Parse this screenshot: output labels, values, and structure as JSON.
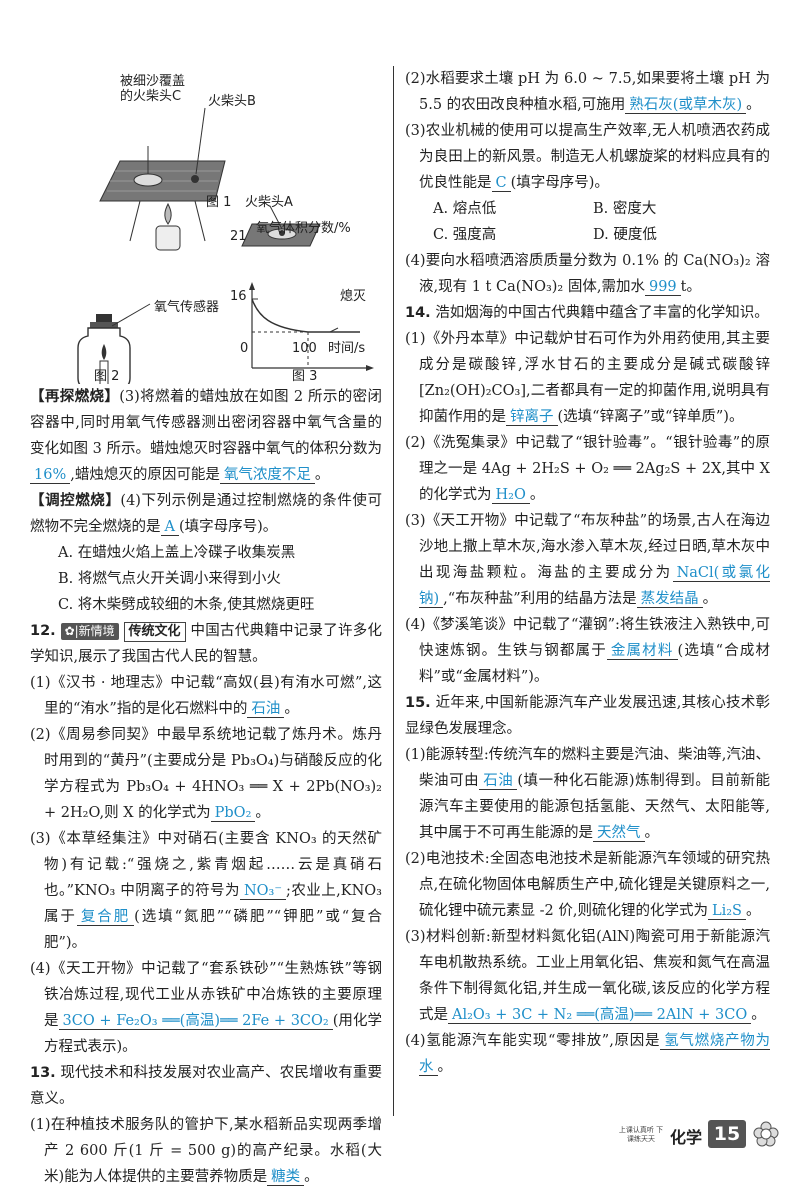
{
  "figures": {
    "fig1_label_c_line1": "被细沙覆盖",
    "fig1_label_c_line2": "的火柴头C",
    "fig1_label_b": "火柴头B",
    "fig1_label_a": "火柴头A",
    "fig1_caption": "图 1",
    "fig2_sensor": "氧气传感器",
    "fig2_caption": "图 2",
    "fig3_ylabel": "氧气体积分数/%",
    "fig3_y21": "21",
    "fig3_y16": "16",
    "fig3_x0": "0",
    "fig3_x100": "100",
    "fig3_xlabel": "时间/s",
    "fig3_annot": "熄灭",
    "fig3_caption": "图 3"
  },
  "left": {
    "q11_3_prefix": "【再探燃烧】",
    "q11_3_a": "(3)将燃着的蜡烛放在如图 2 所示的密闭容器中,同时用氧气传感器测出密闭容器中氧气含量的变化如图 3 所示。蜡烛熄灭时容器中氧气的体积分数为",
    "q11_3_ans1": "16%",
    "q11_3_b": ",蜡烛熄灭的原因可能是",
    "q11_3_ans2": "氧气浓度不足",
    "q11_3_c": "。",
    "q11_4_prefix": "【调控燃烧】",
    "q11_4_a": "(4)下列示例是通过控制燃烧的条件使可燃物不完全燃烧的是",
    "q11_4_ans": "A",
    "q11_4_b": "(填字母序号)。",
    "q11_4_optA": "A. 在蜡烛火焰上盖上冷碟子收集炭黑",
    "q11_4_optB": "B. 将燃气点火开关调小来得到小火",
    "q11_4_optC": "C. 将木柴劈成较细的木条,使其燃烧更旺",
    "q12_num": "12.",
    "q12_tag": "✿|新情境",
    "q12_tag2": "传统文化",
    "q12_stem": "中国古代典籍中记录了许多化学知识,展示了我国古代人民的智慧。",
    "q12_1_a": "(1)《汉书 · 地理志》中记载“高奴(县)有洧水可燃”,这里的“洧水”指的是化石燃料中的",
    "q12_1_ans": "石油",
    "q12_1_b": "。",
    "q12_2_a": "(2)《周易参同契》中最早系统地记载了炼丹术。炼丹时用到的“黄丹”(主要成分是 Pb₃O₄)与硝酸反应的化学方程式为 Pb₃O₄ + 4HNO₃ ══ X + 2Pb(NO₃)₂ + 2H₂O,则 X 的化学式为",
    "q12_2_ans": "PbO₂",
    "q12_2_b": "。",
    "q12_3_a": "(3)《本草经集注》中对硝石(主要含 KNO₃ 的天然矿物)有记载:“强烧之,紫青烟起……云是真硝石也。”KNO₃ 中阴离子的符号为",
    "q12_3_ans1": "NO₃⁻",
    "q12_3_b": ";农业上,KNO₃ 属于",
    "q12_3_ans2": "复合肥",
    "q12_3_c": "(选填“氮肥”“磷肥”“钾肥”或“复合肥”)。",
    "q12_4_a": "(4)《天工开物》中记载了“套系铁砂”“生熟炼铁”等钢铁冶炼过程,现代工业从赤铁矿中冶炼铁的主要原理是",
    "q12_4_ans": "3CO + Fe₂O₃ ══(高温)══ 2Fe + 3CO₂",
    "q12_4_b": "(用化学方程式表示)。",
    "q13_num": "13.",
    "q13_stem": "现代技术和科技发展对农业高产、农民增收有重要意义。",
    "q13_1_a": "(1)在种植技术服务队的管护下,某水稻新品实现两季增产 2 600 斤(1 斤 = 500 g)的高产纪录。水稻(大米)能为人体提供的主要营养物质是",
    "q13_1_ans": "糖类",
    "q13_1_b": "。"
  },
  "right": {
    "q13_2_a": "(2)水稻要求土壤 pH 为 6.0 ~ 7.5,如果要将土壤 pH 为 5.5 的农田改良种植水稻,可施用",
    "q13_2_ans": "熟石灰(或草木灰)",
    "q13_2_b": "。",
    "q13_3_a": "(3)农业机械的使用可以提高生产效率,无人机喷洒农药成为良田上的新风景。制造无人机螺旋桨的材料应具有的优良性能是",
    "q13_3_ans": "C",
    "q13_3_b": "(填字母序号)。",
    "q13_3_optA": "A. 熔点低",
    "q13_3_optB": "B. 密度大",
    "q13_3_optC": "C. 强度高",
    "q13_3_optD": "D. 硬度低",
    "q13_4_a": "(4)要向水稻喷洒溶质质量分数为 0.1% 的 Ca(NO₃)₂ 溶液,现有 1 t Ca(NO₃)₂ 固体,需加水",
    "q13_4_ans": "999",
    "q13_4_b": "t。",
    "q14_num": "14.",
    "q14_stem": "浩如烟海的中国古代典籍中蕴含了丰富的化学知识。",
    "q14_1_a": "(1)《外丹本草》中记载炉甘石可作为外用药使用,其主要成分是碳酸锌,浮水甘石的主要成分是碱式碳酸锌[Zn₂(OH)₂CO₃],二者都具有一定的抑菌作用,说明具有抑菌作用的是",
    "q14_1_ans": "锌离子",
    "q14_1_b": "(选填“锌离子”或“锌单质”)。",
    "q14_2_a": "(2)《洗冤集录》中记载了“银针验毒”。“银针验毒”的原理之一是 4Ag + 2H₂S + O₂ ══ 2Ag₂S + 2X,其中 X 的化学式为",
    "q14_2_ans": "H₂O",
    "q14_2_b": "。",
    "q14_3_a": "(3)《天工开物》中记载了“布灰种盐”的场景,古人在海边沙地上撒上草木灰,海水渗入草木灰,经过日晒,草木灰中出现海盐颗粒。海盐的主要成分为",
    "q14_3_ans1": "NaCl(或氯化钠)",
    "q14_3_b": ",“布灰种盐”利用的结晶方法是",
    "q14_3_ans2": "蒸发结晶",
    "q14_3_c": "。",
    "q14_4_a": "(4)《梦溪笔谈》中记载了“灌钢”:将生铁液注入熟铁中,可快速炼钢。生铁与钢都属于",
    "q14_4_ans": "金属材料",
    "q14_4_b": "(选填“合成材料”或“金属材料”)。",
    "q15_num": "15.",
    "q15_stem": "近年来,中国新能源汽车产业发展迅速,其核心技术彰显绿色发展理念。",
    "q15_1_a": "(1)能源转型:传统汽车的燃料主要是汽油、柴油等,汽油、柴油可由",
    "q15_1_ans1": "石油",
    "q15_1_b": "(填一种化石能源)炼制得到。目前新能源汽车主要使用的能源包括氢能、天然气、太阳能等,其中属于不可再生能源的是",
    "q15_1_ans2": "天然气",
    "q15_1_c": "。",
    "q15_2_a": "(2)电池技术:全固态电池技术是新能源汽车领域的研究热点,在硫化物固体电解质生产中,硫化锂是关键原料之一,硫化锂中硫元素显 -2 价,则硫化锂的化学式为",
    "q15_2_ans": "Li₂S",
    "q15_2_b": "。",
    "q15_3_a": "(3)材料创新:新型材料氮化铝(AlN)陶瓷可用于新能源汽车电机散热系统。工业上用氧化铝、焦炭和氮气在高温条件下制得氮化铝,并生成一氧化碳,该反应的化学方程式是",
    "q15_3_ans": "Al₂O₃ + 3C + N₂ ══(高温)══ 2AlN + 3CO",
    "q15_3_b": "。",
    "q15_4_a": "(4)氢能源汽车能实现“零排放”,原因是",
    "q15_4_ans": "氢气燃烧产物为水",
    "q15_4_b": "。"
  },
  "footer": {
    "slogan": "上课认真听 下课练天天",
    "subject": "化学",
    "page_number": "15"
  }
}
